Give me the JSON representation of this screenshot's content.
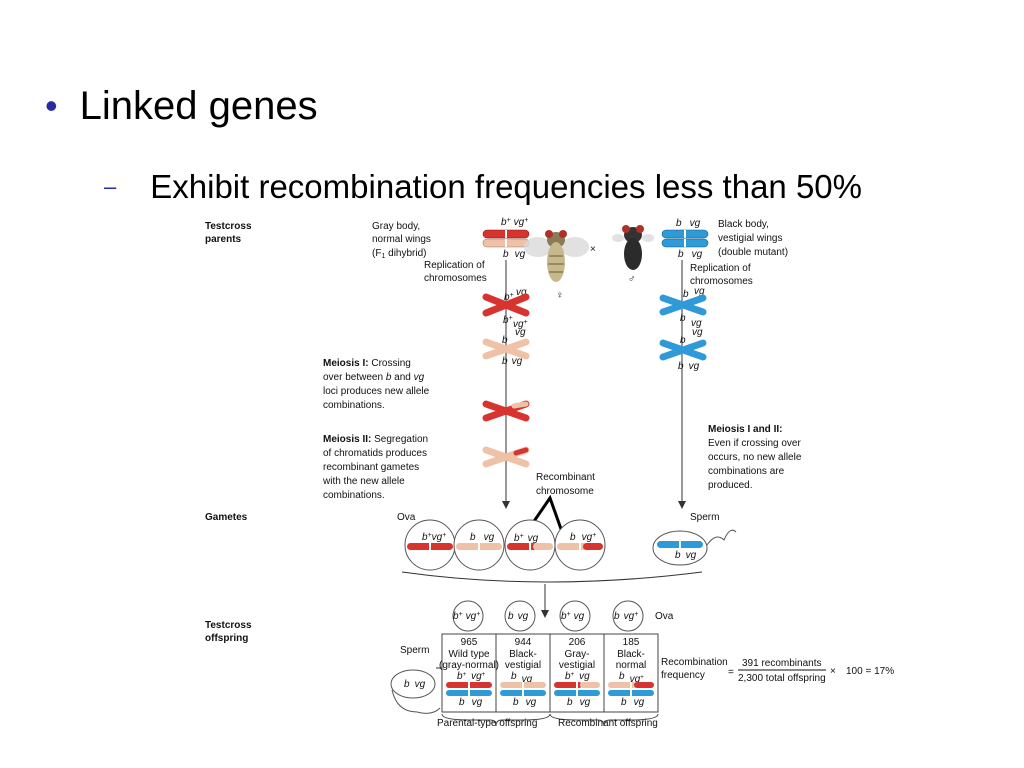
{
  "heading": {
    "bullet": "Linked genes",
    "sub": "Exhibit recombination frequencies less than 50%"
  },
  "colors": {
    "bullet": "#2a2aa6",
    "red_chrom": "#d8342f",
    "pink_chrom": "#efc2a8",
    "blue_chrom": "#2f9ad8",
    "arrow": "#333333"
  },
  "labels": {
    "testcross_parents": [
      "Testcross",
      "parents"
    ],
    "gametes": "Gametes",
    "testcross_offspring": [
      "Testcross",
      "offspring"
    ]
  },
  "female": {
    "desc": [
      "Gray body,",
      "normal wings",
      "(F",
      "1",
      " dihybrid)"
    ],
    "top_alleles": [
      "b",
      "+",
      "vg",
      "+"
    ],
    "bottom_alleles": [
      "b",
      "vg"
    ],
    "symbol": "♀"
  },
  "male": {
    "desc": [
      "Black body,",
      "vestigial wings",
      "(double mutant)"
    ],
    "alleles": [
      "b",
      "vg"
    ],
    "symbol": "♂"
  },
  "cross_symbol": "×",
  "replication": [
    "Replication of",
    "chromosomes"
  ],
  "meiosis1": {
    "title": "Meiosis I:",
    "lines": [
      " Crossing",
      "over between ",
      "b",
      " and ",
      "vg",
      "loci produces new allele",
      "combinations."
    ]
  },
  "meiosis2": {
    "title": "Meiosis II:",
    "lines": [
      " Segregation",
      "of chromatids produces",
      "recombinant gametes",
      "with the new allele",
      "combinations."
    ]
  },
  "meiosis_male": {
    "title": "Meiosis I and II:",
    "lines": [
      "Even if crossing over",
      "occurs, no new allele",
      "combinations are",
      "produced."
    ]
  },
  "recombinant_chromosome": [
    "Recombinant",
    "chromosome"
  ],
  "ova": "Ova",
  "sperm": "Sperm",
  "gametes_ova": [
    {
      "b": "b",
      "b_sup": "+",
      "vg": "vg",
      "vg_sup": "+"
    },
    {
      "b": "b",
      "b_sup": "",
      "vg": "vg",
      "vg_sup": ""
    },
    {
      "b": "b",
      "b_sup": "+",
      "vg": "vg",
      "vg_sup": ""
    },
    {
      "b": "b",
      "b_sup": "",
      "vg": "vg",
      "vg_sup": "+"
    }
  ],
  "offspring": [
    {
      "count": "965",
      "lines": [
        "Wild type",
        "(gray-normal)"
      ],
      "b_sup": "+",
      "vg_sup": "+"
    },
    {
      "count": "944",
      "lines": [
        "Black-",
        "vestigial"
      ],
      "b_sup": "",
      "vg_sup": ""
    },
    {
      "count": "206",
      "lines": [
        "Gray-",
        "vestigial"
      ],
      "b_sup": "+",
      "vg_sup": ""
    },
    {
      "count": "185",
      "lines": [
        "Black-",
        "normal"
      ],
      "b_sup": "",
      "vg_sup": "+"
    }
  ],
  "parental_type": "Parental-type offspring",
  "recombinant_offspring": "Recombinant offspring",
  "recomb_freq": {
    "label": [
      "Recombination",
      "frequency"
    ],
    "equals": "=",
    "numerator": "391 recombinants",
    "denominator": "2,300 total offspring",
    "times": "×",
    "result": "100 = 17%"
  }
}
